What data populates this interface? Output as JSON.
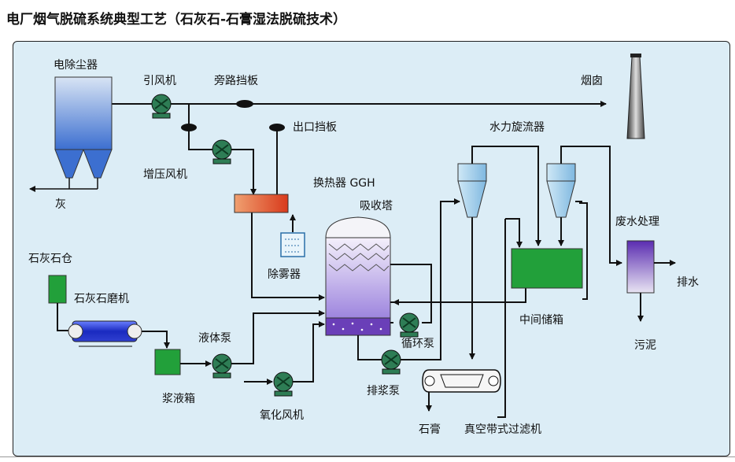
{
  "title": "电厂烟气脱硫系统典型工艺（石灰石-石膏湿法脱硫技术）",
  "labels": {
    "precipitator": "电除尘器",
    "id_fan": "引风机",
    "bypass_damper": "旁路挡板",
    "chimney": "烟囱",
    "outlet_damper": "出口挡板",
    "hydrocyclone": "水力旋流器",
    "booster_fan": "增压风机",
    "ggh": "换热器 GGH",
    "ash": "灰",
    "absorber": "吸收塔",
    "wastewater": "废水处理",
    "limestone_silo": "石灰石仓",
    "demister": "除雾器",
    "drain": "排水",
    "limestone_mill": "石灰石磨机",
    "intermediate_tank": "中间储箱",
    "liquid_pump": "液体泵",
    "recirc_pump": "循环泵",
    "sludge": "污泥",
    "slurry_tank": "浆液箱",
    "discharge_pump": "排浆泵",
    "oxidation_fan": "氧化风机",
    "gypsum": "石膏",
    "vacuum_filter": "真空带式过滤机"
  },
  "colors": {
    "panel_bg": "#dcedf6",
    "line": "#111111",
    "pump_green": "#2e7d55",
    "tank_green": "#22a03a",
    "hopper_blue": "#5a8ed8",
    "absorber_purple": "#a68fe0",
    "ggh_orange": "#e06030",
    "mill_blue": "#2233cc",
    "cyclone_blue": "#9ccbe8"
  }
}
